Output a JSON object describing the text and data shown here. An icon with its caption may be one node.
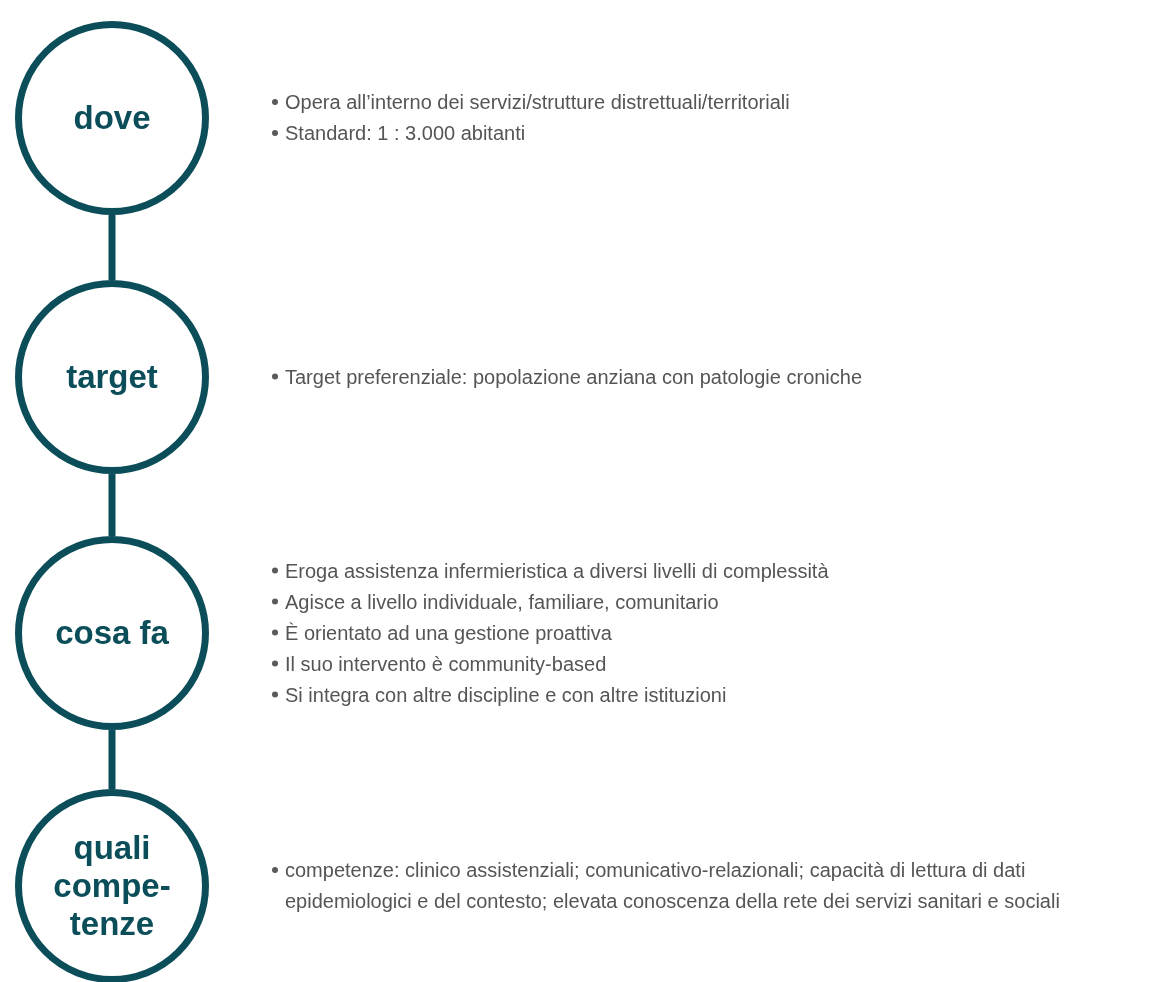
{
  "diagram": {
    "nodes": [
      {
        "text": [
          "dove"
        ],
        "beside": [
          "Opera all’interno dei servizi/strutture distrettuali/territoriali",
          "Standard: 1 : 3.000 abitanti"
        ]
      },
      {
        "text": [
          "target"
        ],
        "beside": [
          "Target preferenziale: popolazione anziana con patologie croniche"
        ]
      },
      {
        "text": [
          "cosa fa"
        ],
        "beside": [
          "Eroga assistenza infermieristica a diversi livelli di complessità",
          "Agisce a livello individuale, familiare, comunitario",
          "È orientato ad una gestione proattiva",
          "Il suo intervento è community-based",
          "Si integra con altre discipline e con altre istituzioni"
        ]
      },
      {
        "text": [
          "quali compe- tenze"
        ],
        "beside": [
          "competenze: clinico assistenziali; comunicativo-relazionali; capacità di lettura di dati epidemiologici e del contesto; elevata conoscenza della rete dei servizi sanitari e sociali"
        ]
      }
    ],
    "edges": [
      {
        "from": 0,
        "to": 1,
        "arrow": "none"
      },
      {
        "from": 1,
        "to": 2,
        "arrow": "none"
      },
      {
        "from": 2,
        "to": 3,
        "arrow": "none"
      }
    ]
  }
}
